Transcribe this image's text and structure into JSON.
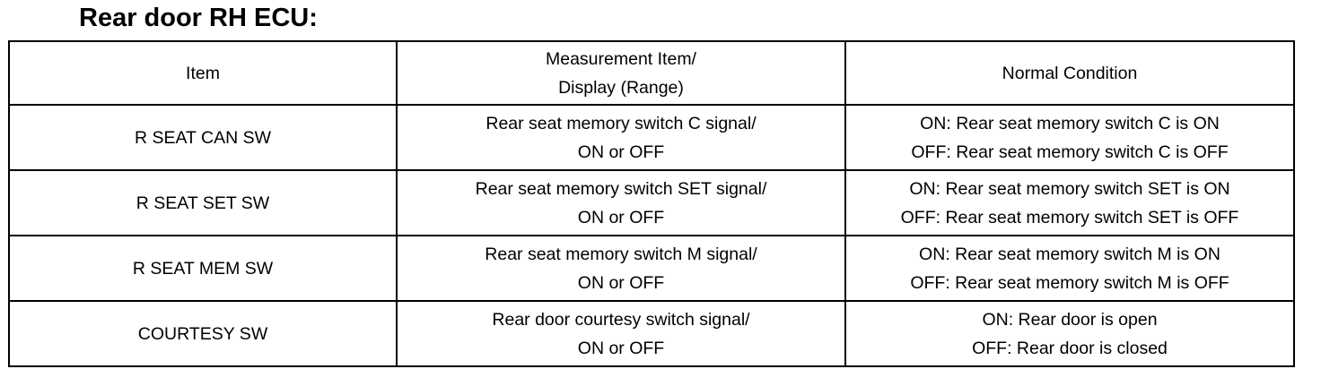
{
  "title": "Rear door RH ECU:",
  "table": {
    "headers": {
      "item": "Item",
      "measurement_line1": "Measurement Item/",
      "measurement_line2": "Display (Range)",
      "normal": "Normal Condition"
    },
    "rows": [
      {
        "item": "R SEAT CAN SW",
        "measurement_line1": "Rear seat memory switch C signal/",
        "measurement_line2": "ON or OFF",
        "normal_line1": "ON: Rear seat memory switch C is ON",
        "normal_line2": "OFF: Rear seat memory switch C is OFF"
      },
      {
        "item": "R SEAT SET SW",
        "measurement_line1": "Rear seat memory switch SET signal/",
        "measurement_line2": "ON or OFF",
        "normal_line1": "ON: Rear seat memory switch SET is ON",
        "normal_line2": "OFF: Rear seat memory switch SET is OFF"
      },
      {
        "item": "R SEAT MEM SW",
        "measurement_line1": "Rear seat memory switch M signal/",
        "measurement_line2": "ON or OFF",
        "normal_line1": "ON: Rear seat memory switch M is ON",
        "normal_line2": "OFF: Rear seat memory switch M is OFF"
      },
      {
        "item": "COURTESY SW",
        "measurement_line1": "Rear door courtesy switch signal/",
        "measurement_line2": "ON or OFF",
        "normal_line1": "ON: Rear door is open",
        "normal_line2": "OFF: Rear door is closed"
      }
    ]
  }
}
